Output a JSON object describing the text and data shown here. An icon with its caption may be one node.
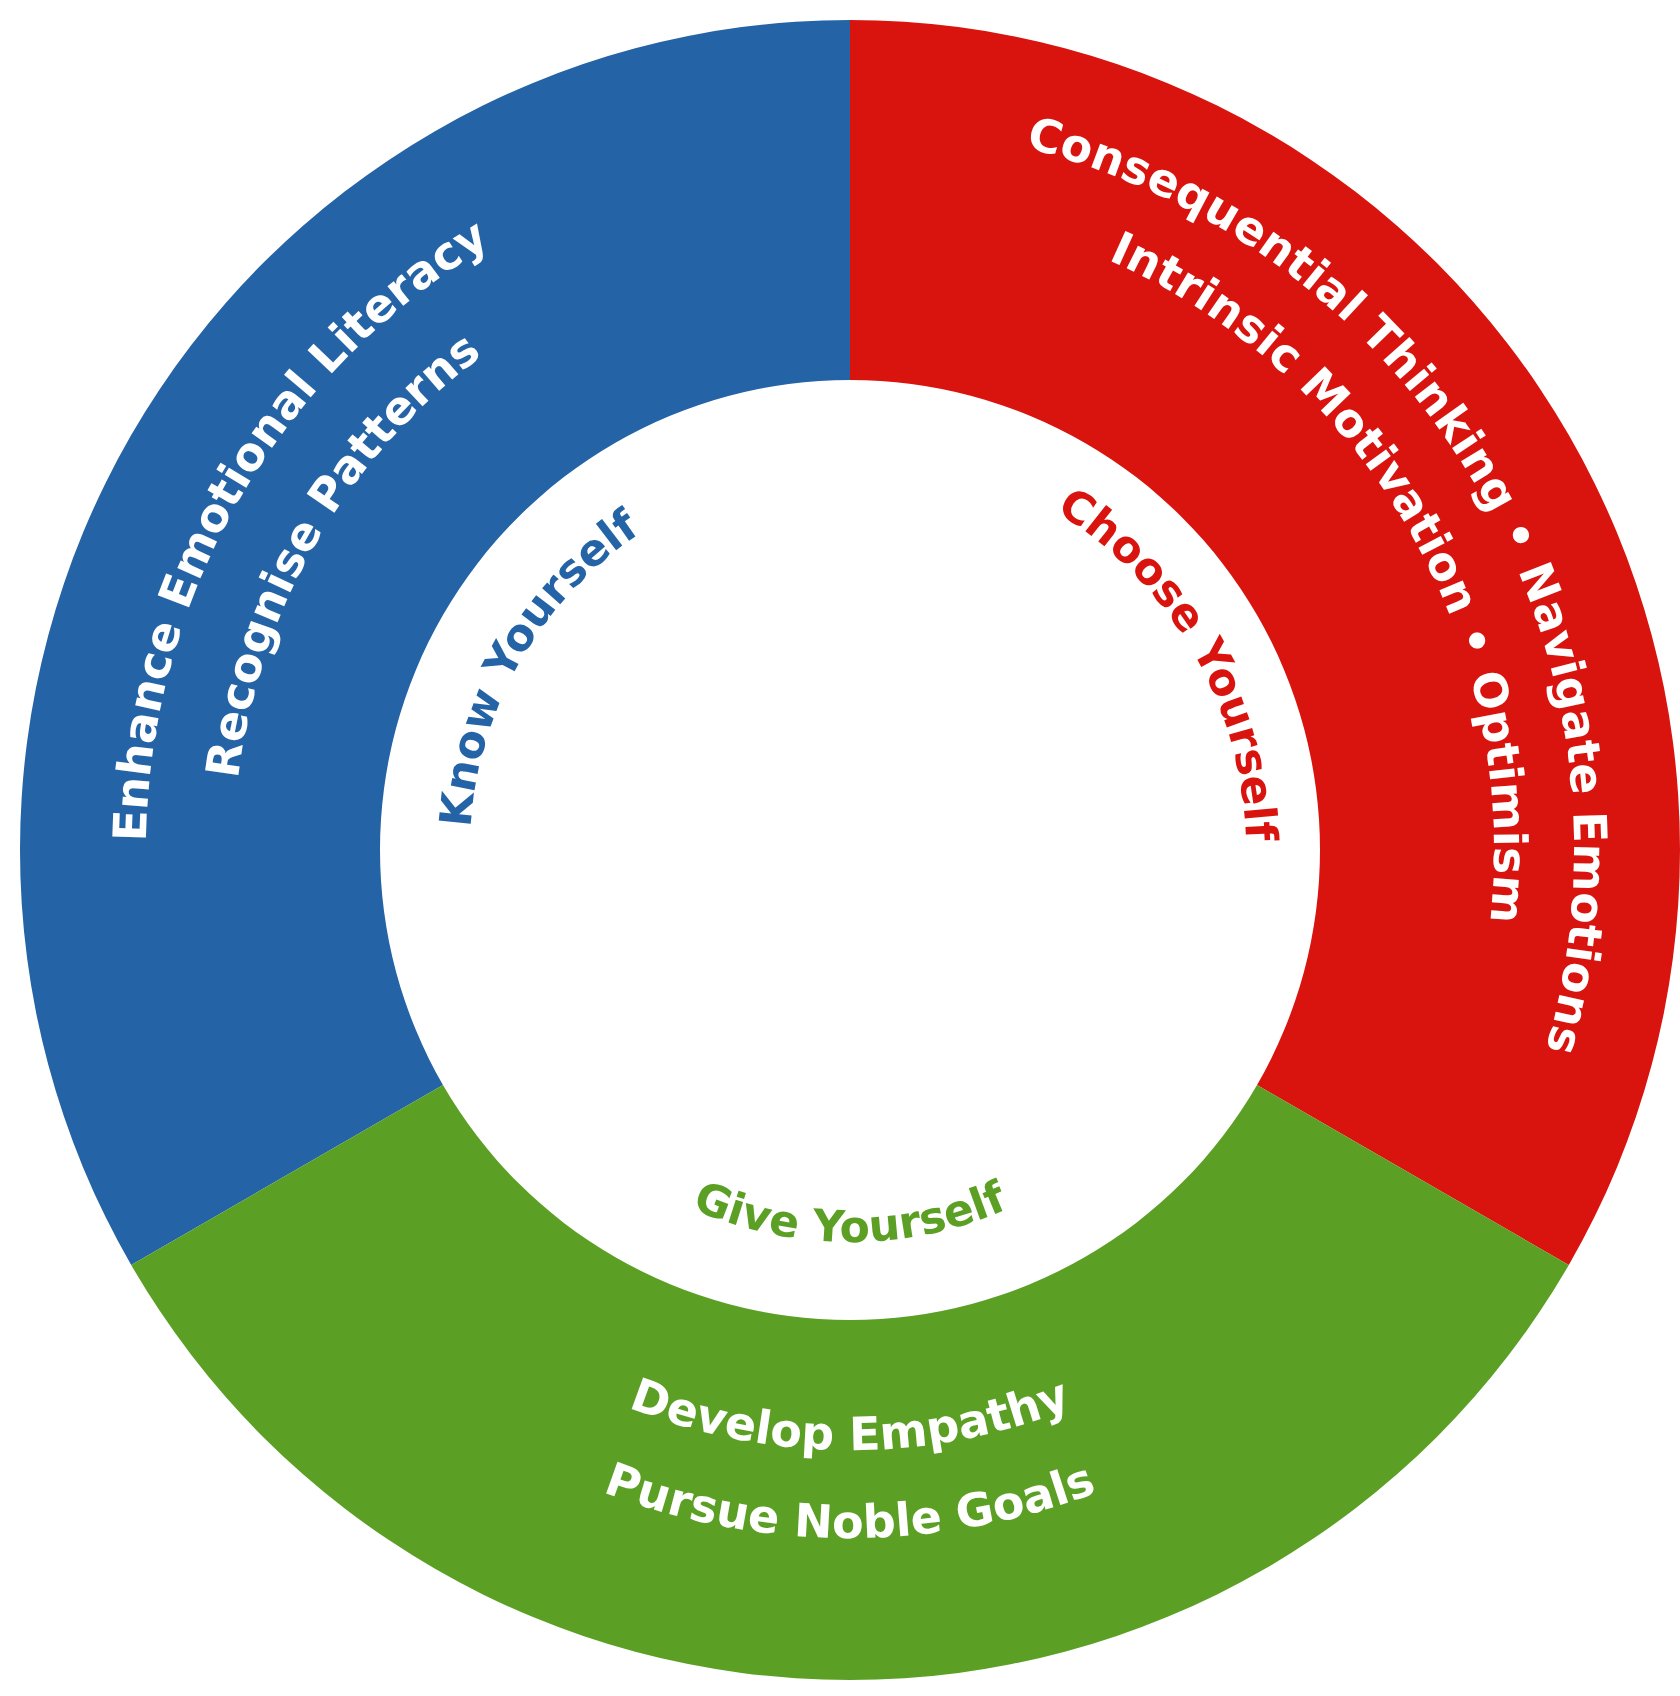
{
  "diagram": {
    "nodes": [
      {
        "text": [
          "Enhance Emotional Literacy",
          "Recognise Patterns"
        ],
        "beside": [
          "Know Yourself"
        ]
      },
      {
        "text": [
          "Consequential Thinking • Navigate Emotions",
          "Intrinsic Motivation • Optimism"
        ],
        "beside": [
          "Choose Yourself"
        ]
      },
      {
        "text": [
          "Develop Empathy",
          "Pursue Noble Goals"
        ],
        "beside": [
          "Give Yourself"
        ]
      }
    ]
  }
}
